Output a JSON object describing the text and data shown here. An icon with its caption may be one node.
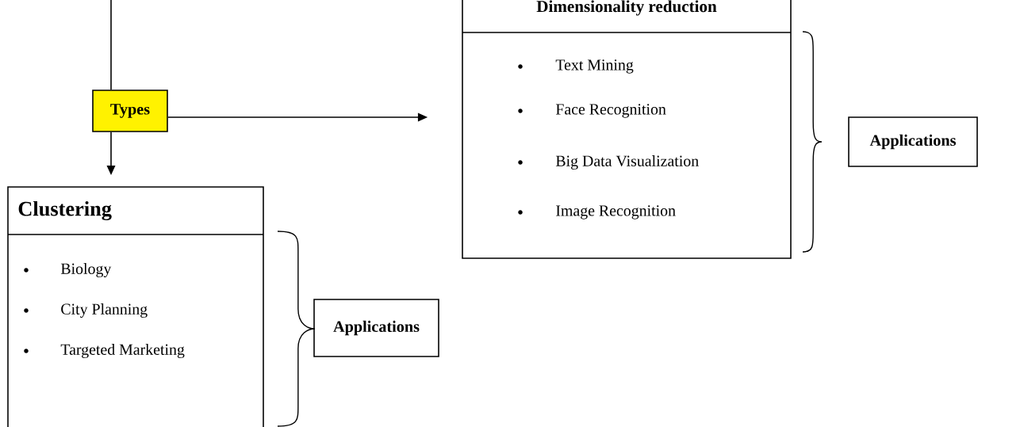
{
  "diagram": {
    "nodes": [
      {
        "text": [
          "Types"
        ]
      },
      {
        "text": [
          "Clustering",
          "Biology",
          "City Planning",
          "Targeted Marketing"
        ]
      },
      {
        "text": [
          "Dimensionality reduction",
          "Text Mining",
          "Face Recognition",
          "Big Data Visualization",
          "Image Recognition"
        ]
      },
      {
        "text": [
          "Applications"
        ]
      },
      {
        "text": [
          "Applications"
        ]
      }
    ],
    "edges": [
      {
        "from": null,
        "to": 0,
        "arrow": "none"
      },
      {
        "from": 0,
        "to": 1,
        "arrow": "to"
      },
      {
        "from": 0,
        "to": 2,
        "arrow": "to"
      }
    ]
  }
}
